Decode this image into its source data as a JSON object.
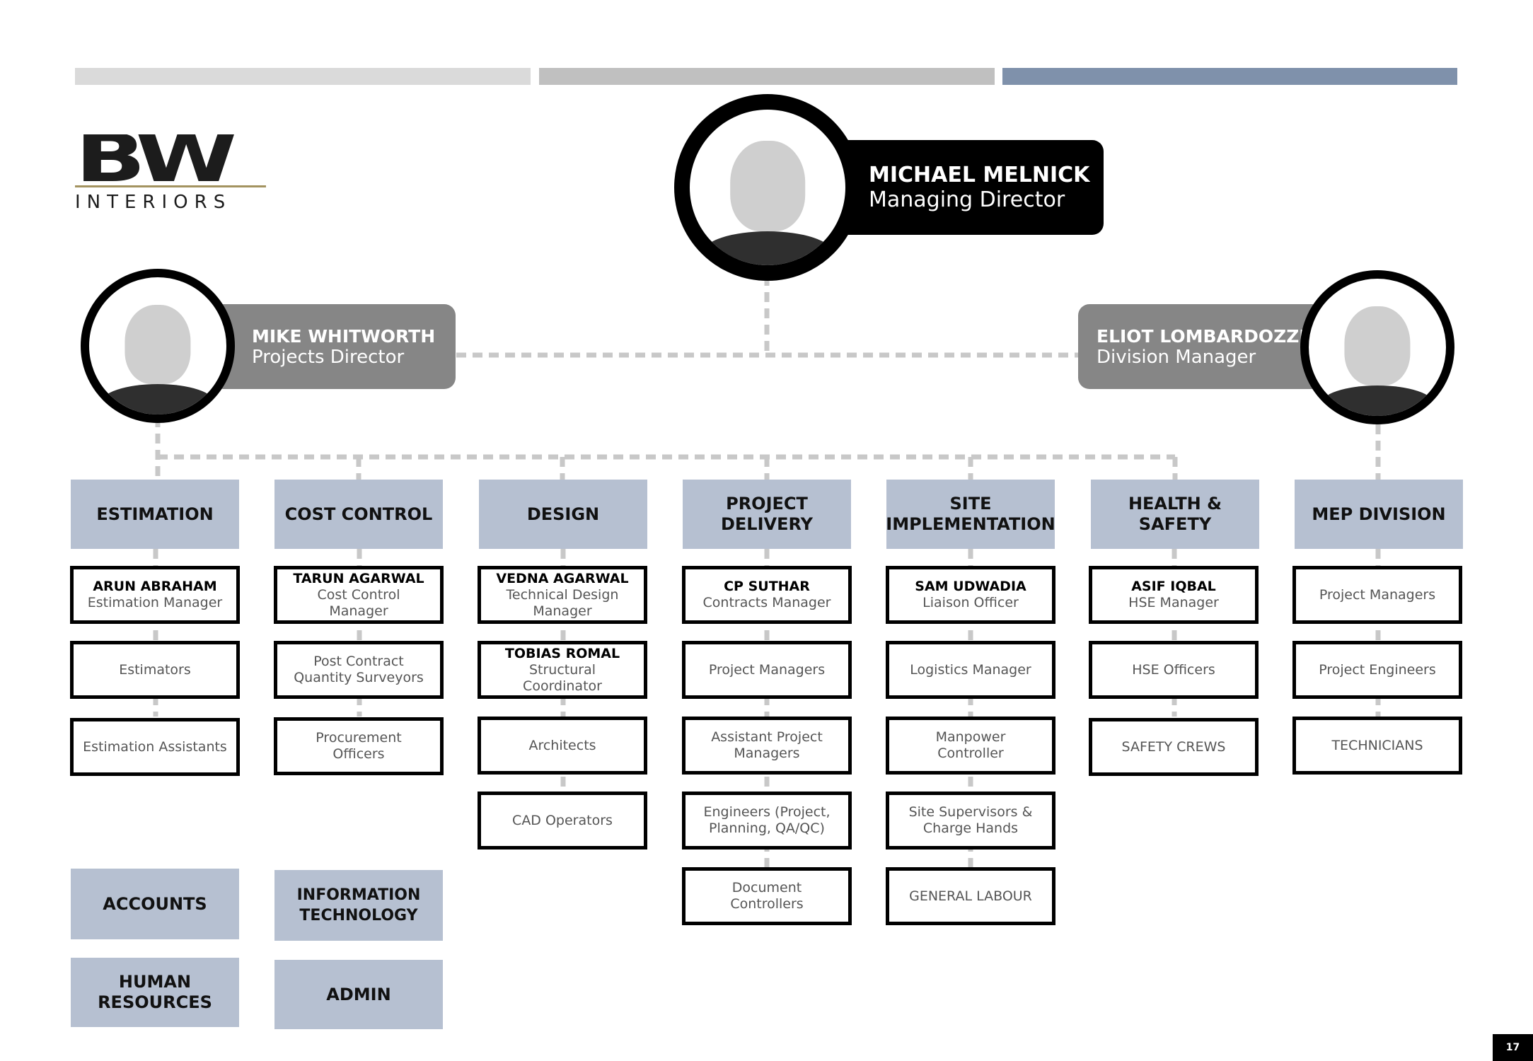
{
  "logo": {
    "mark": "BW",
    "subtitle": "INTERIORS"
  },
  "managing_director": {
    "name": "MICHAEL MELNICK",
    "title": "Managing Director"
  },
  "projects_director": {
    "name": "MIKE WHITWORTH",
    "title": "Projects Director"
  },
  "division_manager": {
    "name": "ELIOT LOMBARDOZZI",
    "title": "Division Manager"
  },
  "departments": [
    {
      "title": "ESTIMATION",
      "roles": [
        {
          "name": "ARUN ABRAHAM",
          "title": "Estimation Manager"
        },
        {
          "title": "Estimators"
        },
        {
          "title": "Estimation Assistants"
        }
      ]
    },
    {
      "title": "COST CONTROL",
      "roles": [
        {
          "name": "TARUN AGARWAL",
          "title": "Cost Control\nManager"
        },
        {
          "title": "Post Contract\nQuantity Surveyors"
        },
        {
          "title": "Procurement\nOfficers"
        }
      ]
    },
    {
      "title": "DESIGN",
      "roles": [
        {
          "name": "VEDNA AGARWAL",
          "title": "Technical Design\nManager"
        },
        {
          "name": "TOBIAS ROMAL",
          "title": "Structural\nCoordinator"
        },
        {
          "title": "Architects"
        },
        {
          "title": "CAD Operators"
        }
      ]
    },
    {
      "title": "PROJECT\nDELIVERY",
      "roles": [
        {
          "name": "CP SUTHAR",
          "title": "Contracts Manager"
        },
        {
          "title": "Project Managers"
        },
        {
          "title": "Assistant Project\nManagers"
        },
        {
          "title": "Engineers (Project,\nPlanning, QA/QC)"
        },
        {
          "title": "Document\nControllers"
        }
      ]
    },
    {
      "title": "SITE\nIMPLEMENTATION",
      "roles": [
        {
          "name": "SAM UDWADIA",
          "title": "Liaison Officer"
        },
        {
          "title": "Logistics Manager"
        },
        {
          "title": "Manpower\nController"
        },
        {
          "title": "Site Supervisors &\nCharge Hands"
        },
        {
          "title": "GENERAL LABOUR"
        }
      ]
    },
    {
      "title": "HEALTH &\nSAFETY",
      "roles": [
        {
          "name": "ASIF IQBAL",
          "title": "HSE Manager"
        },
        {
          "title": "HSE Officers"
        },
        {
          "title": "SAFETY CREWS"
        }
      ]
    },
    {
      "title": "MEP DIVISION",
      "roles": [
        {
          "title": "Project Managers"
        },
        {
          "title": "Project Engineers"
        },
        {
          "title": "TECHNICIANS"
        }
      ]
    }
  ],
  "support_departments": [
    "ACCOUNTS",
    "INFORMATION\nTECHNOLOGY",
    "HUMAN\nRESOURCES",
    "ADMIN"
  ],
  "page_number": "17",
  "colors": {
    "department_fill": "#b6c0d1",
    "director_tab": "#868686",
    "connector": "#c8c8c8"
  }
}
